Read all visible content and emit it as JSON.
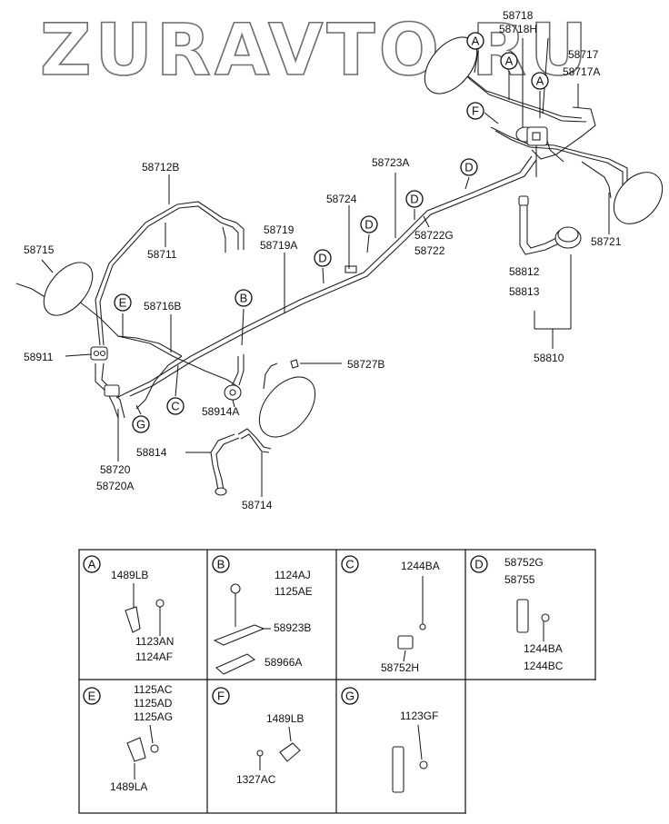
{
  "watermark": "ZURAVTO.RU",
  "parts": {
    "p58718": "58718",
    "p58718H": "58718H",
    "p58717": "58717",
    "p58717A": "58717A",
    "p58712B": "58712B",
    "p58723A": "58723A",
    "p58724": "58724",
    "p58719": "58719",
    "p58719A": "58719A",
    "p58711": "58711",
    "p58715": "58715",
    "p58722G": "58722G",
    "p58722": "58722",
    "p58721": "58721",
    "p58812": "58812",
    "p58813": "58813",
    "p58810": "58810",
    "p58716B": "58716B",
    "p58911": "58911",
    "p58727B": "58727B",
    "p58914A": "58914A",
    "p58814": "58814",
    "p58720": "58720",
    "p58720A": "58720A",
    "p58714": "58714"
  },
  "markers": {
    "A": "A",
    "B": "B",
    "C": "C",
    "D": "D",
    "E": "E",
    "F": "F",
    "G": "G"
  },
  "details": {
    "A": {
      "letter": "A",
      "l1": "1489LB",
      "l2": "1123AN",
      "l3": "1124AF"
    },
    "B": {
      "letter": "B",
      "l1": "1124AJ",
      "l2": "1125AE",
      "l3": "58923B",
      "l4": "58966A"
    },
    "C": {
      "letter": "C",
      "l1": "1244BA",
      "l2": "58752H"
    },
    "D": {
      "letter": "D",
      "l1": "58752G",
      "l2": "58755",
      "l3": "1244BA",
      "l4": "1244BC"
    },
    "E": {
      "letter": "E",
      "l1": "1125AC",
      "l2": "1125AD",
      "l3": "1125AG",
      "l4": "1489LA"
    },
    "F": {
      "letter": "F",
      "l1": "1489LB",
      "l2": "1327AC"
    },
    "G": {
      "letter": "G",
      "l1": "1123GF"
    }
  }
}
